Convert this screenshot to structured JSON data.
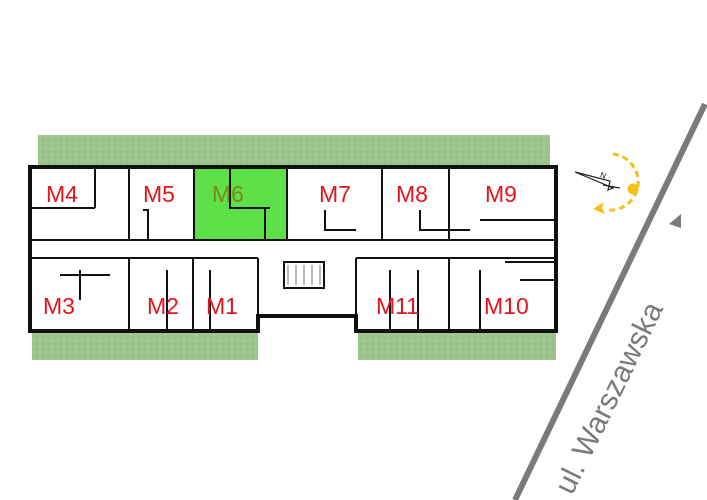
{
  "floor_plan": {
    "selected_unit": "M6",
    "units": [
      {
        "id": "M4",
        "label": "M4"
      },
      {
        "id": "M5",
        "label": "M5"
      },
      {
        "id": "M6",
        "label": "M6"
      },
      {
        "id": "M7",
        "label": "M7"
      },
      {
        "id": "M8",
        "label": "M8"
      },
      {
        "id": "M9",
        "label": "M9"
      },
      {
        "id": "M3",
        "label": "M3"
      },
      {
        "id": "M2",
        "label": "M2"
      },
      {
        "id": "M1",
        "label": "M1"
      },
      {
        "id": "M11",
        "label": "M11"
      },
      {
        "id": "M10",
        "label": "M10"
      }
    ]
  },
  "compass": {
    "north_label": "N"
  },
  "street": {
    "name": "ul. Warszawska"
  },
  "colors": {
    "selected": "#5ee048",
    "label": "#e5141b",
    "greenery": "#9cc38a",
    "road": "#777777",
    "sun": "#f5c116"
  }
}
